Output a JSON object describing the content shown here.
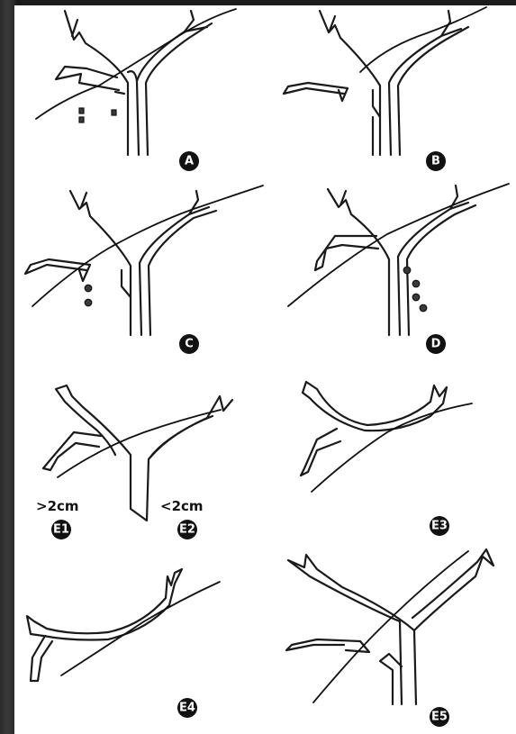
{
  "panels": {
    "a": {
      "label": "A"
    },
    "b": {
      "label": "B"
    },
    "c": {
      "label": "C"
    },
    "d": {
      "label": "D"
    },
    "e1": {
      "label": "E1"
    },
    "e2": {
      "label": "E2"
    },
    "e3": {
      "label": "E3"
    },
    "e4": {
      "label": "E4"
    },
    "e5": {
      "label": "E5"
    }
  },
  "notes": {
    "gt": ">2cm",
    "lt": "<2cm"
  },
  "colors": {
    "background": "#ffffff",
    "ink": "#111111",
    "frame": "#1c1c1c"
  }
}
